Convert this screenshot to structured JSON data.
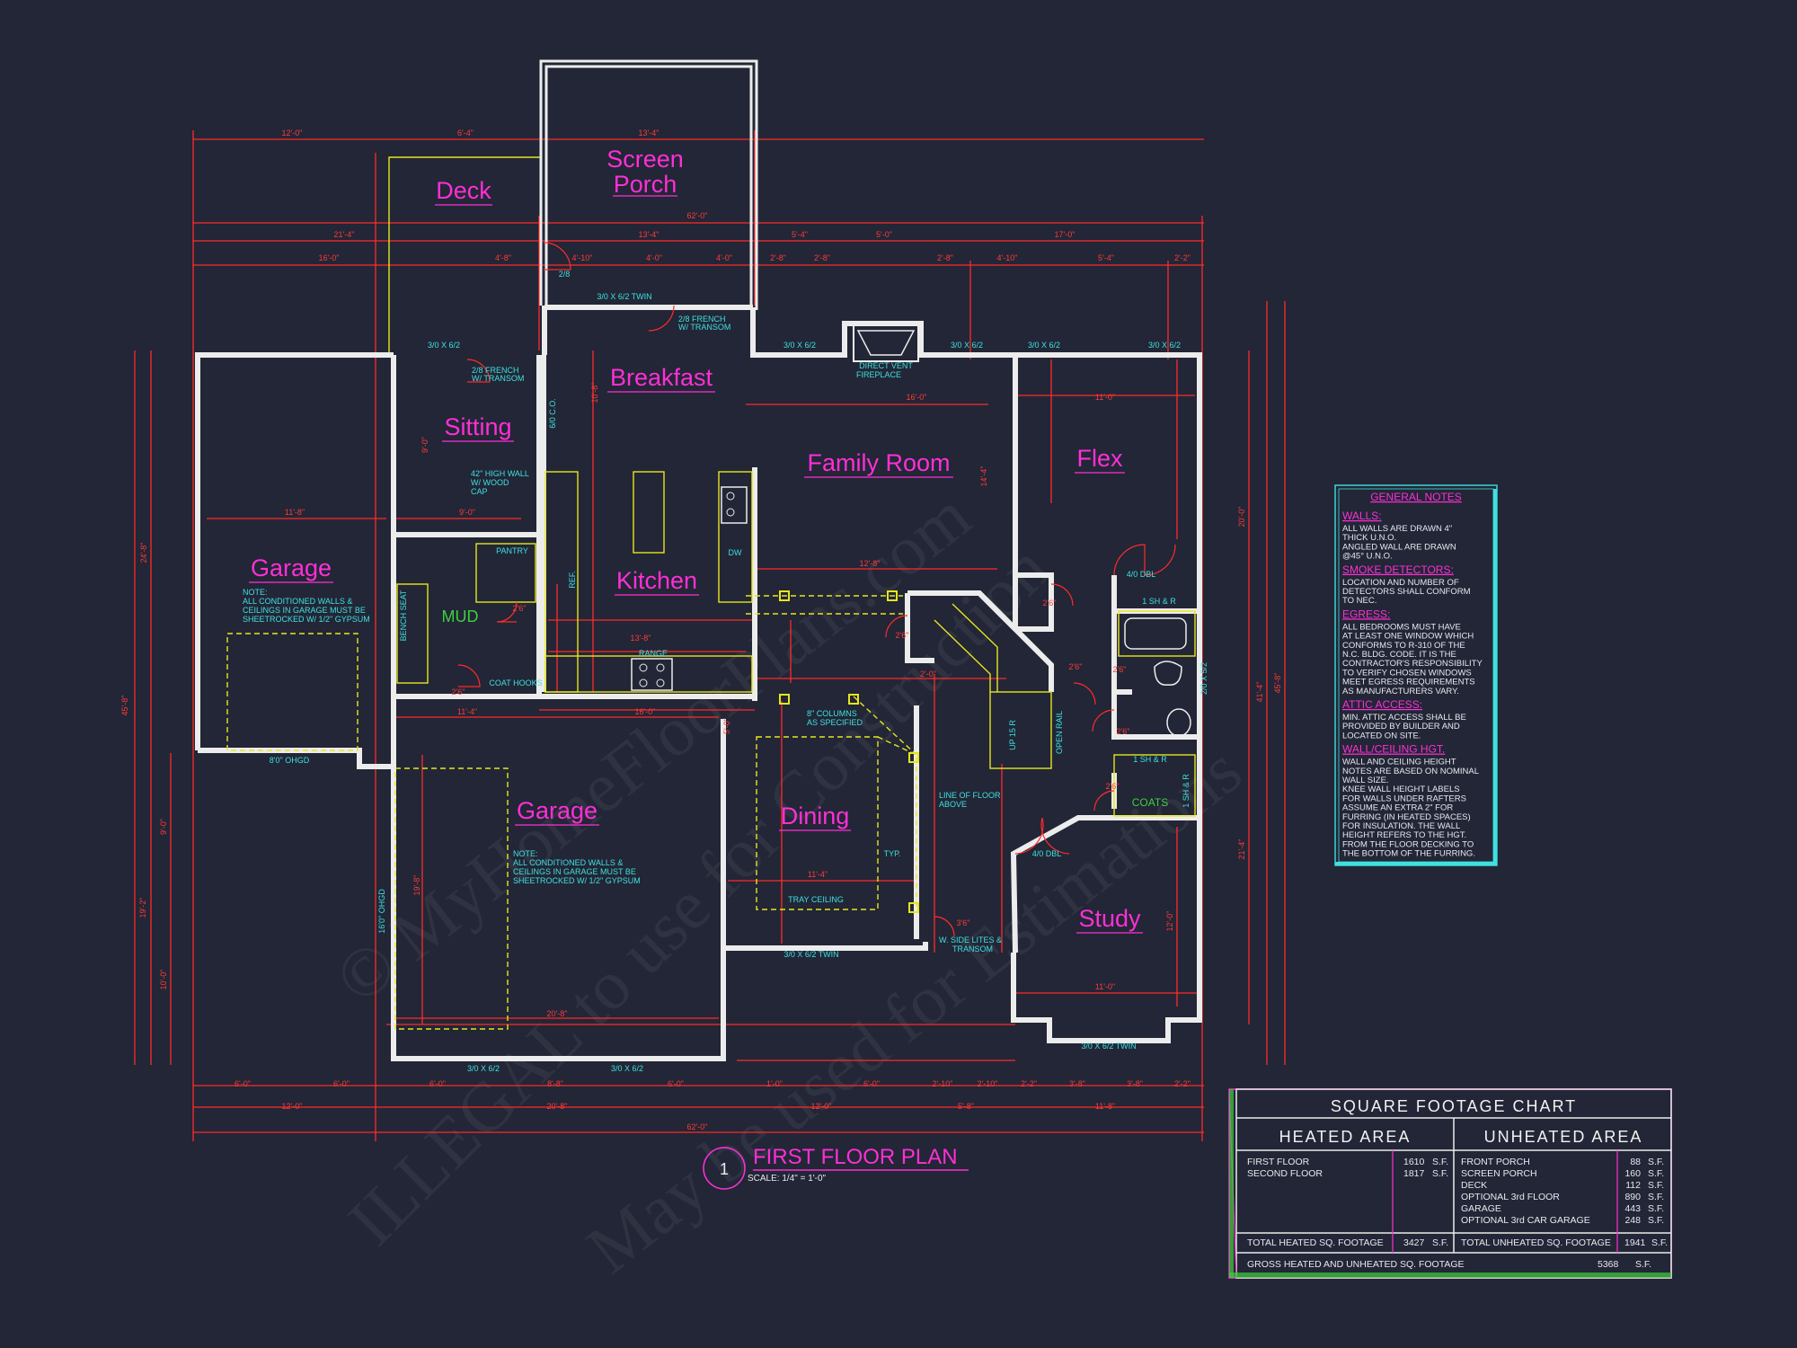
{
  "rooms": {
    "deck": "Deck",
    "screen_porch_1": "Screen",
    "screen_porch_2": "Porch",
    "breakfast": "Breakfast",
    "sitting": "Sitting",
    "family_room": "Family Room",
    "flex": "Flex",
    "garage_left": "Garage",
    "kitchen": "Kitchen",
    "mud": "MUD",
    "garage_main": "Garage",
    "dining": "Dining",
    "study": "Study"
  },
  "labels": {
    "pantry": "PANTRY",
    "coat_hooks": "COAT HOOKS",
    "range": "RANGE",
    "bench_seat": "BENCH SEAT",
    "dw": "DW",
    "ref": "REF.",
    "coats": "COATS",
    "dbl_40": "4/0 DBL",
    "dbl_40b": "4/0 DBL",
    "sh_r_1": "1 SH & R",
    "sh_r_2": "1 SH & R",
    "sh_r_3": "1 SH & R",
    "open_rail": "OPEN RAIL",
    "tray_ceiling": "TRAY CEILING",
    "typ": "TYP.",
    "columns_1": "8\" COLUMNS",
    "columns_2": "AS SPECIFIED",
    "line_floor_1": "LINE OF FLOOR",
    "line_floor_2": "ABOVE",
    "side_lites_1": "W. SIDE LITES &",
    "side_lites_2": "TRANSOM",
    "fireplace_1": "DIRECT VENT",
    "fireplace_2": "FIREPLACE",
    "high_wall_1": "42\" HIGH WALL",
    "high_wall_2": "W/ WOOD",
    "high_wall_3": "CAP",
    "win_3062_a": "3/0 X 6/2",
    "win_3062_b": "3/0 X 6/2",
    "win_3062_c": "3/0 X 6/2",
    "win_3062_d": "3/0 X 6/2",
    "win_3062_e": "3/0 X 6/2",
    "win_3062_f": "3/0 X 6/2",
    "win_3062_g": "3/0 X 6/2",
    "win_3062_twin_a": "3/0 X 6/2 TWIN",
    "win_3062_twin_b": "3/0 X 6/2 TWIN",
    "win_3062_twin_c": "3/0 X 6/2 TWIN",
    "french_1a": "2/8 FRENCH",
    "french_1b": "W/ TRANSOM",
    "french_2a": "2/8 FRENCH",
    "french_2b": "W/ TRANSOM",
    "door_28": "2/8",
    "door_6c": "6/0 C.O.",
    "ohgd_1": "8'0\" OHGD",
    "ohgd_2": "16'0\" OHGD",
    "win_side": "2/0 X 5/2",
    "up": "UP 15 R",
    "garage_note": [
      "NOTE:",
      "ALL CONDITIONED WALLS &",
      "CEILINGS IN GARAGE MUST BE",
      "SHEETROCKED W/ 1/2\" GYPSUM"
    ]
  },
  "dims": {
    "top1": [
      "12'-0\"",
      "6'-4\"",
      "13'-4\""
    ],
    "top2": "62'-0\"",
    "top3": [
      "21'-4\"",
      "13'-4\"",
      "5'-4\"",
      "5'-0\"",
      "17'-0\""
    ],
    "top4": [
      "16'-0\"",
      "4'-8\"",
      "4'-10\"",
      "4'-0\"",
      "4'-0\"",
      "2'-8\"",
      "2'-8\"",
      "2'-8\"",
      "4'-10\"",
      "5'-4\"",
      "2'-2\""
    ],
    "bot1": [
      "6'-0\"",
      "6'-0\"",
      "6'-0\"",
      "8'-8\"",
      "6'-0\"",
      "1'-0\"",
      "6'-0\"",
      "2'-10\"",
      "2'-10\"",
      "2'-2\"",
      "3'-8\"",
      "3'-8\"",
      "2'-2\""
    ],
    "bot2": [
      "12'-0\"",
      "20'-8\"",
      "12'-0\"",
      "5'-8\"",
      "11'-8\""
    ],
    "bot3": "62'-0\"",
    "left": [
      "24'-8\"",
      "45'-8\"",
      "9'-0\"",
      "19'-2\"",
      "10'-0\""
    ],
    "right": [
      "20'-0\"",
      "41'-4\"",
      "45'-8\"",
      "21'-4\""
    ],
    "inner": [
      "11'-8\"",
      "9'-0\"",
      "16'-0\"",
      "11'-0\"",
      "11'-0\"",
      "11'-4\"",
      "20'-8\"",
      "12'-8\"",
      "13'-8\"",
      "16'-0\"",
      "11'-4\"",
      "9'-0\"",
      "10'-8\"",
      "5'-0\"",
      "2'-0\"",
      "14'-4\"",
      "12'-0\"",
      "19'-8\""
    ],
    "doors": [
      "2'6\"",
      "2'6\"",
      "2'6\"",
      "2'6\"",
      "2'6\"",
      "2'6\"",
      "2'6\"",
      "2'6\"",
      "3'6\""
    ]
  },
  "general_notes": {
    "title": "GENERAL NOTES",
    "sections": [
      {
        "heading": "WALLS:",
        "lines": [
          "ALL WALLS ARE DRAWN 4\"",
          "THICK U.N.O.",
          "ANGLED WALL ARE DRAWN",
          "@45° U.N.O."
        ]
      },
      {
        "heading": "SMOKE DETECTORS:",
        "lines": [
          "LOCATION AND NUMBER OF",
          "DETECTORS SHALL CONFORM",
          "TO NEC."
        ]
      },
      {
        "heading": "EGRESS:",
        "lines": [
          "ALL BEDROOMS MUST HAVE",
          "AT LEAST ONE WINDOW WHICH",
          "CONFORMS TO R-310 OF THE",
          "N.C. BLDG. CODE. IT IS THE",
          "CONTRACTOR'S RESPONSIBILITY",
          "TO VERIFY CHOSEN WINDOWS",
          "MEET EGRESS REQUIREMENTS",
          "AS MANUFACTURERS VARY."
        ]
      },
      {
        "heading": "ATTIC ACCESS:",
        "lines": [
          "MIN. ATTIC ACCESS SHALL BE",
          "PROVIDED BY BUILDER AND",
          "LOCATED ON SITE."
        ]
      },
      {
        "heading": "WALL/CEILING HGT.",
        "lines": [
          "WALL AND CEILING HEIGHT",
          "NOTES ARE BASED ON NOMINAL",
          "WALL SIZE.",
          "KNEE WALL HEIGHT LABELS",
          "FOR WALLS UNDER RAFTERS",
          "ASSUME AN EXTRA 2\" FOR",
          "FURRING (IN HEATED SPACES)",
          "FOR INSULATION. THE WALL",
          "HEIGHT REFERS TO THE HGT.",
          "FROM THE FLOOR DECKING TO",
          "THE BOTTOM OF THE FURRING."
        ]
      }
    ]
  },
  "sq_chart": {
    "title": "SQUARE FOOTAGE CHART",
    "heated_header": "HEATED AREA",
    "unheated_header": "UNHEATED AREA",
    "heated": [
      {
        "name": "FIRST FLOOR",
        "value": "1610",
        "unit": "S.F."
      },
      {
        "name": "SECOND FLOOR",
        "value": "1817",
        "unit": "S.F."
      }
    ],
    "unheated": [
      {
        "name": "FRONT PORCH",
        "value": "88",
        "unit": "S.F."
      },
      {
        "name": "SCREEN PORCH",
        "value": "160",
        "unit": "S.F."
      },
      {
        "name": "DECK",
        "value": "112",
        "unit": "S.F."
      },
      {
        "name": "OPTIONAL 3rd FLOOR",
        "value": "890",
        "unit": "S.F."
      },
      {
        "name": "GARAGE",
        "value": "443",
        "unit": "S.F."
      },
      {
        "name": "OPTIONAL 3rd CAR GARAGE",
        "value": "248",
        "unit": "S.F."
      }
    ],
    "total_heated_label": "TOTAL HEATED SQ. FOOTAGE",
    "total_heated_value": "3427",
    "total_heated_unit": "S.F.",
    "total_unheated_label": "TOTAL UNHEATED SQ. FOOTAGE",
    "total_unheated_value": "1941",
    "total_unheated_unit": "S.F.",
    "gross_label": "GROSS HEATED AND UNHEATED SQ. FOOTAGE",
    "gross_value": "5368",
    "gross_unit": "S.F."
  },
  "title_block": {
    "number": "1",
    "title": "FIRST FLOOR PLAN",
    "scale": "SCALE: 1/4\" = 1'-0\""
  },
  "watermark": {
    "line1": "© MyHomeFloorPlans.com",
    "line2": "ILLEGAL to use for Construction",
    "line3": "May be used for Estimations"
  },
  "colors": {
    "background": "#222636",
    "room_label": "#ff2fd6",
    "dimension": "#ff2b2b",
    "wall": "#ececec",
    "annotation": "#3fe0e0",
    "fixture": "#e6e61e"
  }
}
